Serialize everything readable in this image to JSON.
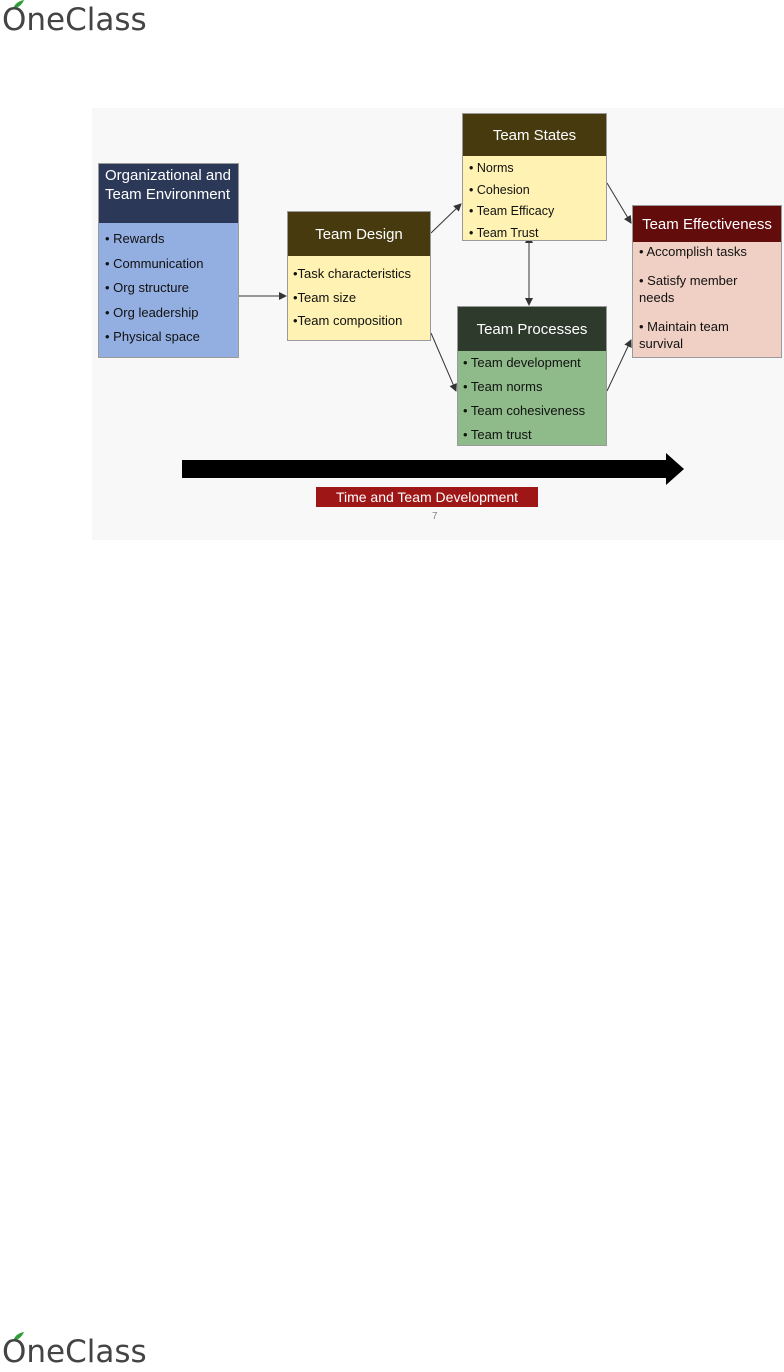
{
  "logo": {
    "text": "OneClass"
  },
  "diagram": {
    "boxes": {
      "org": {
        "title": "Organizational and Team Environment",
        "items": [
          "• Rewards",
          "• Communication",
          "• Org structure",
          "• Org leadership",
          "• Physical space"
        ]
      },
      "design": {
        "title": "Team Design",
        "items": [
          "•Task characteristics",
          "•Team size",
          "•Team composition"
        ]
      },
      "states": {
        "title": "Team States",
        "items": [
          "• Norms",
          "• Cohesion",
          "• Team Efficacy",
          "• Team Trust"
        ]
      },
      "processes": {
        "title": "Team Processes",
        "items": [
          "•  Team development",
          "•  Team norms",
          "•  Team cohesiveness",
          "•  Team trust"
        ]
      },
      "effectiveness": {
        "title": "Team Effectiveness",
        "items": [
          "• Accomplish tasks",
          "• Satisfy member needs",
          "• Maintain team survival"
        ]
      }
    },
    "time_label": "Time and Team Development",
    "page_number": "7"
  },
  "colors": {
    "org_header": "#2b3858",
    "org_body": "#93aee0",
    "design_header": "#463a0e",
    "yellow_body": "#fff2b2",
    "processes_header": "#2e3a2c",
    "processes_body": "#8fbb8a",
    "effectiveness_header": "#630c0c",
    "effectiveness_body": "#f0d0c4",
    "time_label_bg": "#9e1616"
  }
}
